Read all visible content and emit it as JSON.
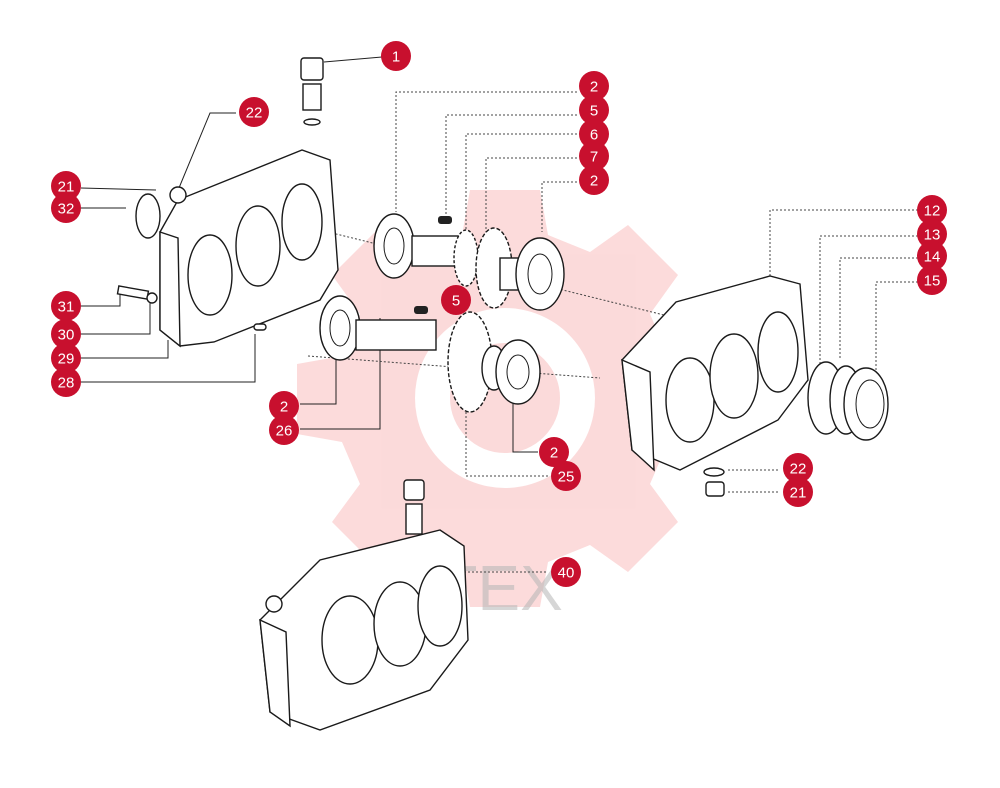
{
  "watermark": {
    "text": "MTEX",
    "color": "#f05a5a"
  },
  "accent_color": "#c8102e",
  "callouts": [
    {
      "id": "c-1-top",
      "label": "1"
    },
    {
      "id": "c-22-top",
      "label": "22"
    },
    {
      "id": "c-21-left",
      "label": "21"
    },
    {
      "id": "c-32",
      "label": "32"
    },
    {
      "id": "c-31",
      "label": "31"
    },
    {
      "id": "c-30",
      "label": "30"
    },
    {
      "id": "c-29",
      "label": "29"
    },
    {
      "id": "c-28",
      "label": "28"
    },
    {
      "id": "c-2-a",
      "label": "2"
    },
    {
      "id": "c-5-a",
      "label": "5"
    },
    {
      "id": "c-6",
      "label": "6"
    },
    {
      "id": "c-7",
      "label": "7"
    },
    {
      "id": "c-2-b",
      "label": "2"
    },
    {
      "id": "c-5-b",
      "label": "5"
    },
    {
      "id": "c-2-c",
      "label": "2"
    },
    {
      "id": "c-26",
      "label": "26"
    },
    {
      "id": "c-2-d",
      "label": "2"
    },
    {
      "id": "c-25",
      "label": "25"
    },
    {
      "id": "c-12",
      "label": "12"
    },
    {
      "id": "c-13",
      "label": "13"
    },
    {
      "id": "c-14",
      "label": "14"
    },
    {
      "id": "c-15",
      "label": "15"
    },
    {
      "id": "c-22-right",
      "label": "22"
    },
    {
      "id": "c-21-right",
      "label": "21"
    },
    {
      "id": "c-40",
      "label": "40"
    }
  ]
}
